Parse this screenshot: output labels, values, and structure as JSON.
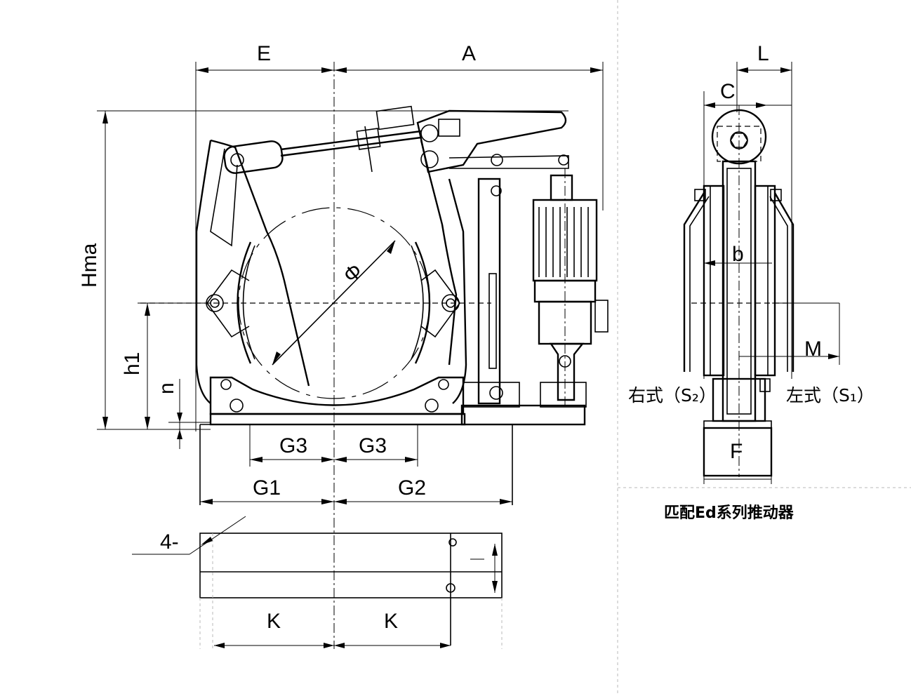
{
  "labels": {
    "E": "E",
    "A": "A",
    "Hma": "Hma",
    "h1": "h1",
    "n": "n",
    "G3_left": "G3",
    "G3_right": "G3",
    "G1": "G1",
    "G2": "G2",
    "phi": "Φ",
    "hole": "4-",
    "K_left": "K",
    "K_right": "K",
    "L": "L",
    "C": "C",
    "b": "b",
    "M": "M",
    "F": "F",
    "right_type": "右式（S₂）",
    "left_type": "左式（S₁）"
  },
  "caption": "匹配Ed系列推动器"
}
